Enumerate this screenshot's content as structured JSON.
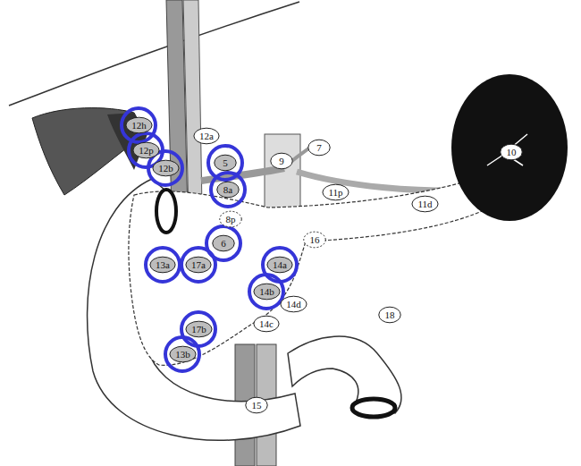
{
  "diagram": {
    "nodes": [
      {
        "text": [
          "12h"
        ]
      },
      {
        "text": [
          "12a"
        ]
      },
      {
        "text": [
          "7"
        ]
      },
      {
        "text": [
          "10"
        ]
      },
      {
        "text": [
          "12p"
        ]
      },
      {
        "text": [
          "9"
        ]
      },
      {
        "text": [
          "5"
        ]
      },
      {
        "text": [
          "12b"
        ]
      },
      {
        "text": [
          "8a"
        ]
      },
      {
        "text": [
          "11p"
        ]
      },
      {
        "text": [
          "11d"
        ]
      },
      {
        "text": [
          "8p"
        ]
      },
      {
        "text": [
          "16"
        ]
      },
      {
        "text": [
          "6"
        ]
      },
      {
        "text": [
          "13a"
        ]
      },
      {
        "text": [
          "17a"
        ]
      },
      {
        "text": [
          "14a"
        ]
      },
      {
        "text": [
          "14b"
        ]
      },
      {
        "text": [
          "14d"
        ]
      },
      {
        "text": [
          "18"
        ]
      },
      {
        "text": [
          "14c"
        ]
      },
      {
        "text": [
          "17b"
        ]
      },
      {
        "text": [
          "13b"
        ]
      },
      {
        "text": [
          "15"
        ]
      }
    ]
  }
}
